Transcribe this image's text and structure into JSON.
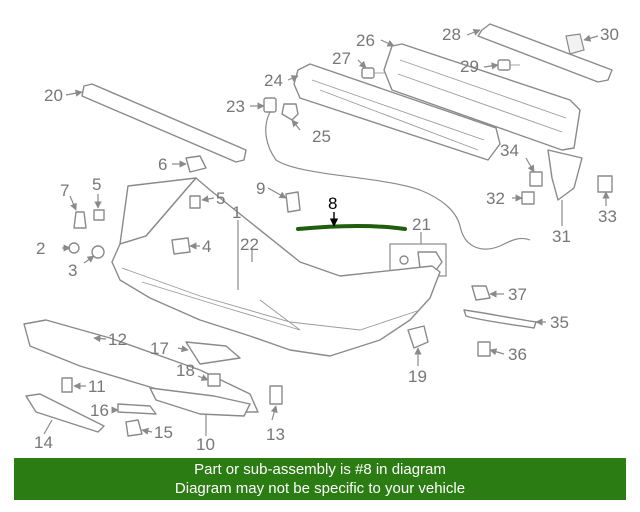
{
  "highlight_color": "#1f5e0d",
  "banner_color": "#2b7c12",
  "callouts": {
    "c1": "1",
    "c2": "2",
    "c3": "3",
    "c4": "4",
    "c5a": "5",
    "c5b": "5",
    "c6": "6",
    "c7": "7",
    "c8": "8",
    "c9": "9",
    "c10": "10",
    "c11": "11",
    "c12": "12",
    "c13": "13",
    "c14": "14",
    "c15": "15",
    "c16": "16",
    "c17": "17",
    "c18": "18",
    "c19": "19",
    "c20": "20",
    "c21": "21",
    "c22": "22",
    "c23": "23",
    "c24": "24",
    "c25": "25",
    "c26": "26",
    "c27": "27",
    "c28": "28",
    "c29": "29",
    "c30": "30",
    "c31": "31",
    "c32": "32",
    "c33": "33",
    "c34": "34",
    "c35": "35",
    "c36": "36",
    "c37": "37"
  },
  "banner": {
    "line1": "Part or sub-assembly is #8 in diagram",
    "line2": "Diagram may not be specific to your vehicle"
  }
}
